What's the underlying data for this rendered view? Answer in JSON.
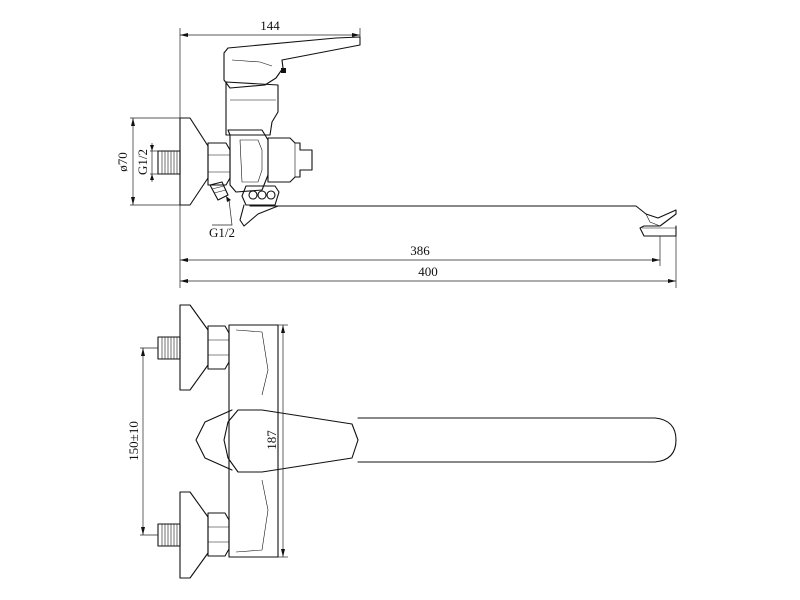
{
  "dimensions": {
    "width_144": "144",
    "dia_70": "ø70",
    "g12_left": "G1/2",
    "g12_bottom": "G1/2",
    "len_386": "386",
    "len_400": "400",
    "spacing_150": "150±10",
    "height_187": "187"
  }
}
